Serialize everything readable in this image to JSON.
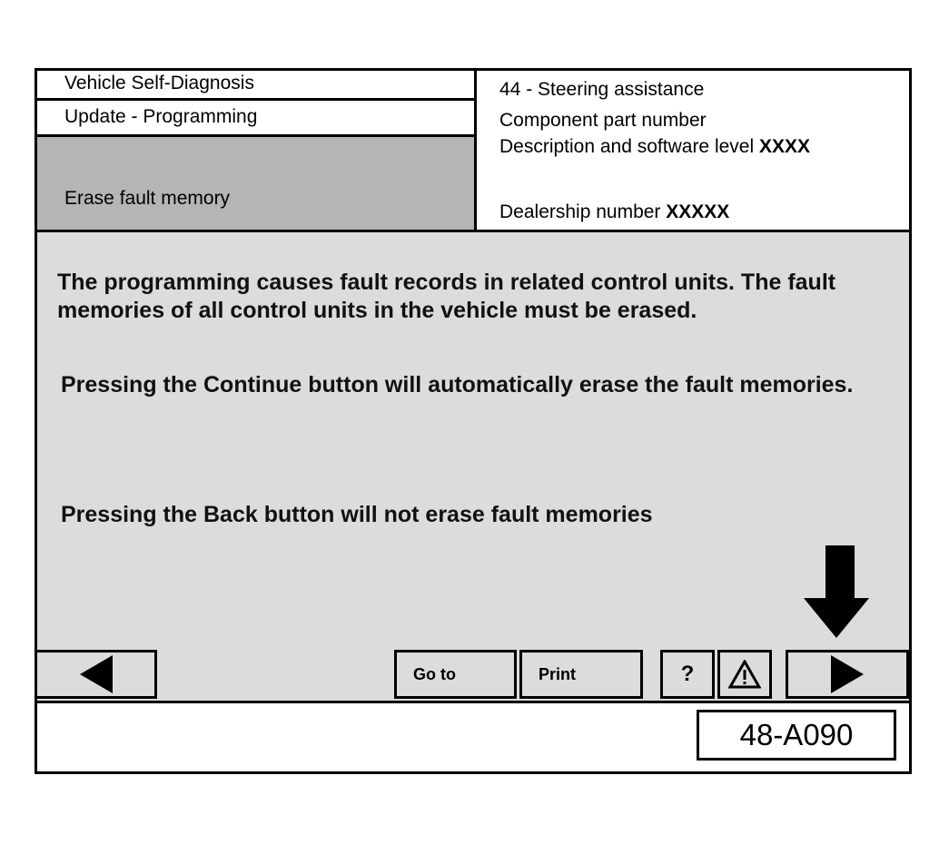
{
  "header": {
    "left": {
      "line1": "Vehicle Self-Diagnosis",
      "line2": "Update - Programming",
      "line3": "Erase fault memory"
    },
    "right": {
      "module": "44 - Steering assistance",
      "part_number": "Component part number",
      "description_prefix": "Description and software level ",
      "description_value": "XXXX",
      "dealership_prefix": "Dealership number ",
      "dealership_value": "XXXXX"
    }
  },
  "main": {
    "paragraph1": "The programming causes fault records in related control units. The fault memories of all control units in the vehicle must be erased.",
    "paragraph2": "Pressing the Continue button will automatically erase the fault memories.",
    "paragraph3": "Pressing the Back button will not erase fault memories"
  },
  "toolbar": {
    "back_icon": "triangle-left-icon",
    "goto_label": "Go to",
    "print_label": "Print",
    "help_label": "?",
    "warning_icon": "warning-triangle-icon",
    "continue_icon": "triangle-right-icon"
  },
  "footer": {
    "doc_id": "48-A090"
  },
  "colors": {
    "panel_gray": "#dcdcdc",
    "header_gray": "#b5b5b5",
    "border": "#000000"
  }
}
